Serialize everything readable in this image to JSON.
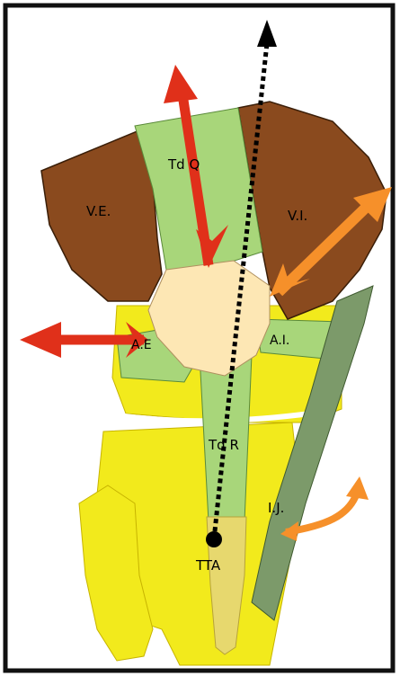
{
  "labels": {
    "ve": "V.E.",
    "vi": "V.I.",
    "tdq": "Td Q",
    "ae": "A.E",
    "ai": "A.I.",
    "tdr": "Td R",
    "ij": "I.J.",
    "tta": "TTA"
  },
  "colors": {
    "vastus": "#8a4a1e",
    "tendon_green": "#a8d67a",
    "patella": "#fde7b4",
    "bone_yellow": "#f2ea1c",
    "bone_dark_yellow": "#e7d86e",
    "iliotibial": "#7c9a6a",
    "arrow_red": "#e0301a",
    "arrow_orange": "#f6902a",
    "axis": "#000000",
    "frame": "#111111"
  }
}
